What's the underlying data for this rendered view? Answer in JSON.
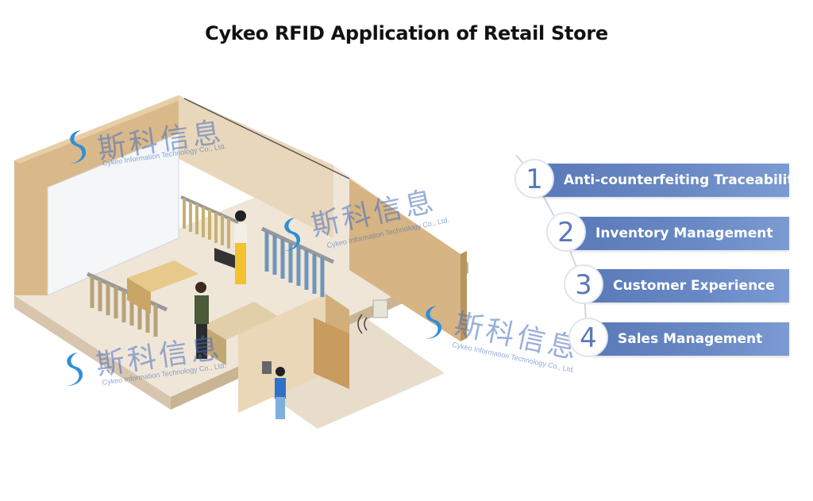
{
  "title": "Cykeo RFID Application of Retail Store",
  "features": [
    {
      "number": "1",
      "label": "Anti-counterfeiting Traceability"
    },
    {
      "number": "2",
      "label": "Inventory Management"
    },
    {
      "number": "3",
      "label": "Customer Experience"
    },
    {
      "number": "4",
      "label": "Sales Management"
    }
  ],
  "watermark": {
    "cn": "斯科信息",
    "en": "Cykeo Information Technology Co., Ltd."
  },
  "colors": {
    "feature_bar": "#6a8ac6",
    "number_text": "#5a79b8",
    "wall": "#d9b98a",
    "floor": "#efe7db",
    "logo": "#2f8fd8"
  },
  "illustration": "retail-store-isometric-icon"
}
